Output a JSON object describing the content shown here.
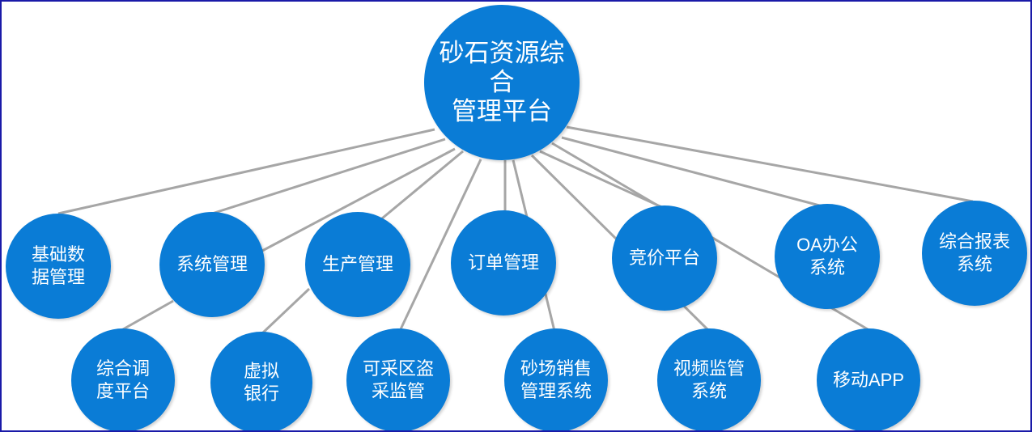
{
  "colors": {
    "node_fill": "#0a7cd6",
    "node_text": "#ffffff",
    "connector": "#a6a6a6",
    "frame": "#1a1aa8"
  },
  "root": {
    "label": "砂石资源综合\n管理平台"
  },
  "modules": [
    {
      "label": "基础数\n据管理"
    },
    {
      "label": "系统管理"
    },
    {
      "label": "生产管理"
    },
    {
      "label": "订单管理"
    },
    {
      "label": "竞价平台"
    },
    {
      "label": "OA办公\n系统"
    },
    {
      "label": "综合报表\n系统"
    }
  ],
  "submodules": [
    {
      "label": "综合调\n度平台"
    },
    {
      "label": "虚拟\n银行"
    },
    {
      "label": "可采区盗\n采监管"
    },
    {
      "label": "砂场销售\n管理系统"
    },
    {
      "label": "视频监管\n系统"
    },
    {
      "label": "移动APP"
    }
  ]
}
